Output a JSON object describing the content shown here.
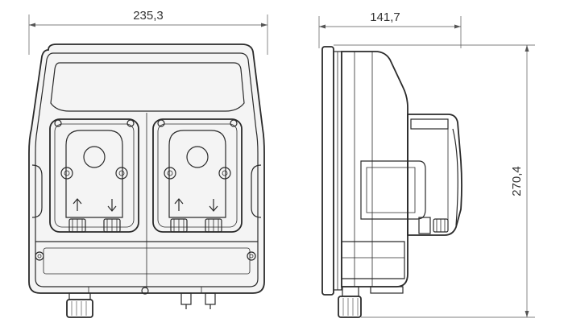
{
  "dimensions": {
    "front_width": "235,3",
    "side_depth": "141,7",
    "height": "270,4"
  },
  "colors": {
    "line": "#2a2a2a",
    "dimension": "#555555",
    "background": "#ffffff"
  },
  "icons": {
    "arrow_up": "up-arrow-icon",
    "arrow_down": "down-arrow-icon"
  }
}
